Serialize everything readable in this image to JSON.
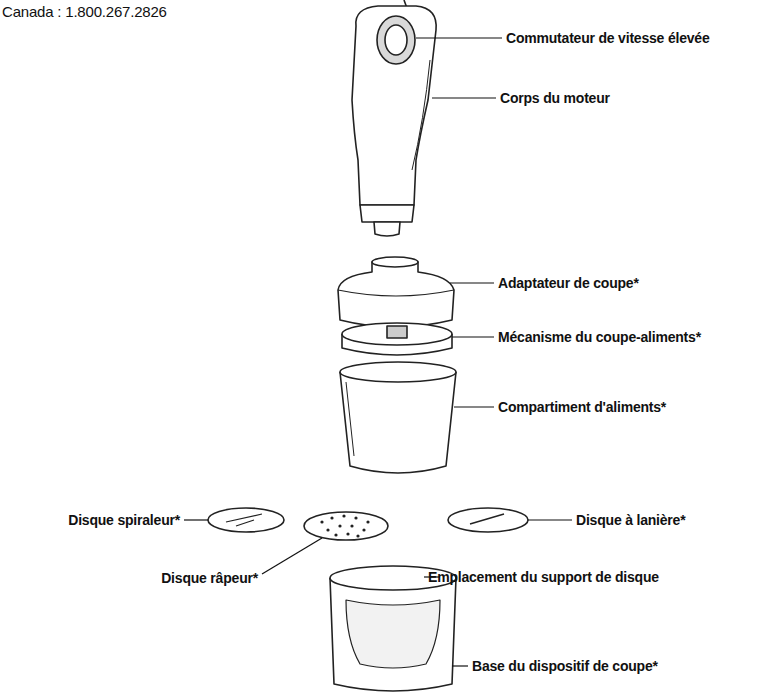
{
  "diagram": {
    "labels": [
      "Canada : 1.800.267.2826",
      "Commutateur de vitesse élevée",
      "Corps du moteur",
      "Adaptateur de coupe*",
      "Mécanisme du coupe-aliments*",
      "Compartiment d'aliments*",
      "Disque spiraleur*",
      "Disque à lanière*",
      "Disque râpeur*",
      "Emplacement du support de disque",
      "Base du dispositif de coupe*"
    ]
  }
}
